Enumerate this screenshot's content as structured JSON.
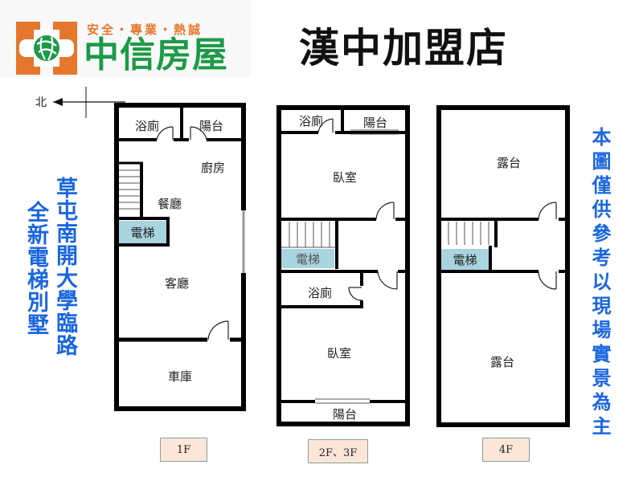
{
  "logo": {
    "slogan": "安全・專業・熱誠",
    "name": "中信房屋",
    "brand_green": "#1d9a48",
    "brand_orange": "#e5772c"
  },
  "header": {
    "store_title": "漢中加盟店"
  },
  "compass": {
    "label": "北",
    "direction": "arrow-left"
  },
  "side_text": {
    "road": "草屯南開大學臨路",
    "villa": "全新電梯別墅",
    "disclaimer": "本圖僅供參考以現場實景為主",
    "color": "#1a66e0"
  },
  "floors": [
    {
      "tag": "1F",
      "rooms": {
        "bath": "浴廁",
        "balcony": "陽台",
        "kitchen": "廚房",
        "dining": "餐廳",
        "elevator": "電梯",
        "living": "客廳",
        "garage": "車庫"
      }
    },
    {
      "tag": "2F、3F",
      "rooms": {
        "bath_top": "浴廁",
        "balcony_top": "陽台",
        "bedroom_top": "臥室",
        "elevator": "電梯",
        "bath_mid": "浴廁",
        "bedroom_bottom": "臥室",
        "balcony_bottom": "陽台"
      }
    },
    {
      "tag": "4F",
      "rooms": {
        "terrace_top": "露台",
        "elevator": "電梯",
        "terrace_bottom": "露台"
      }
    }
  ]
}
